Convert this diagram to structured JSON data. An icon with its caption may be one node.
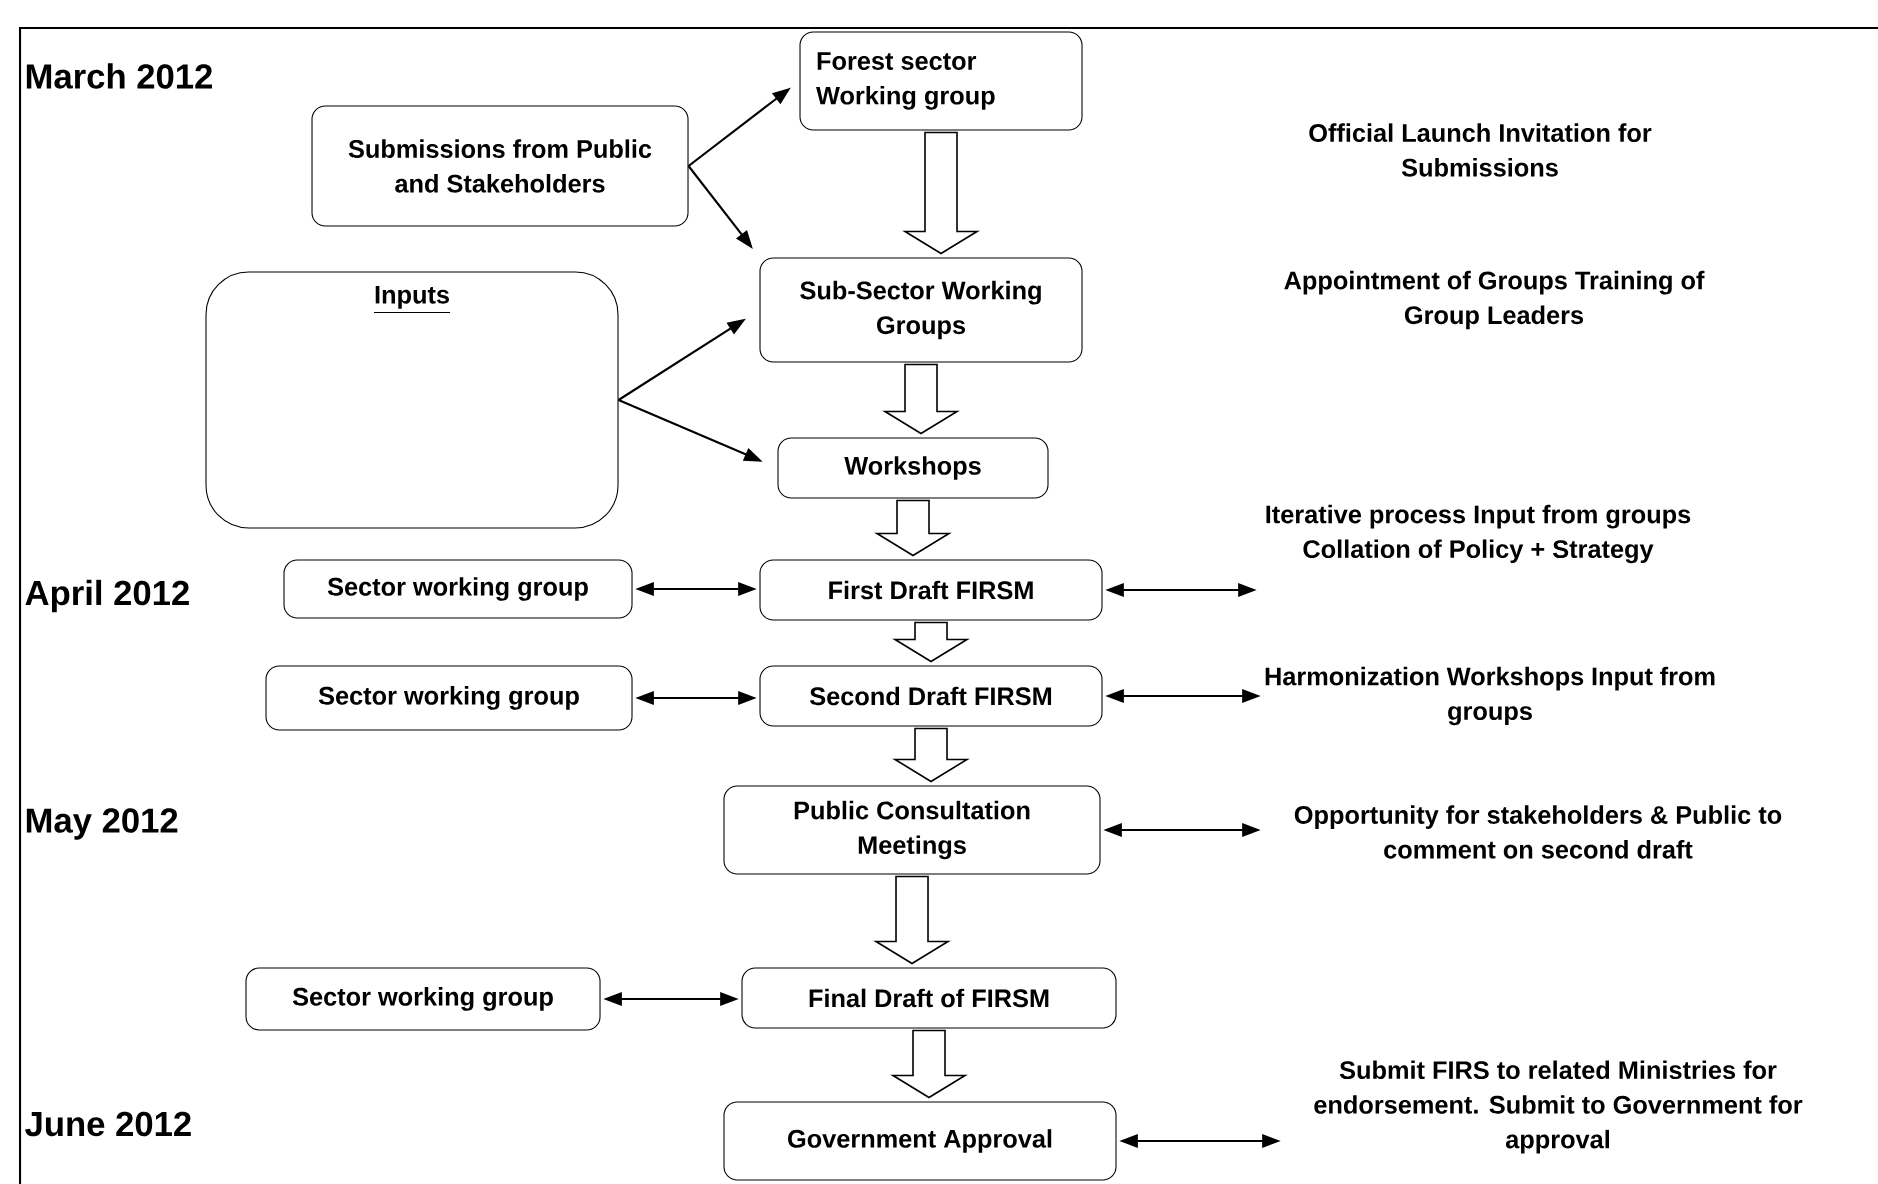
{
  "diagram": {
    "nodes": [
      {
        "text": [
          "Forest sector Working group"
        ]
      },
      {
        "text": [
          "Submissions from Public and Stakeholders"
        ]
      },
      {
        "text": [
          "Inputs"
        ]
      },
      {
        "text": [
          "Sub-Sector Working Groups"
        ]
      },
      {
        "text": [
          "Workshops"
        ]
      },
      {
        "text": [
          "Sector working group"
        ]
      },
      {
        "text": [
          "First Draft FIRSM"
        ]
      },
      {
        "text": [
          "Iterative process Input from groups Collation of Policy + Strategy"
        ]
      },
      {
        "text": [
          "Sector working group"
        ]
      },
      {
        "text": [
          "Second Draft FIRSM"
        ]
      },
      {
        "text": [
          "Harmonization Workshops Input from groups"
        ]
      },
      {
        "text": [
          "Public Consultation Meetings"
        ]
      },
      {
        "text": [
          "Opportunity for stakeholders & Public to comment on second draft"
        ]
      },
      {
        "text": [
          "Sector working group"
        ]
      },
      {
        "text": [
          "Final Draft of FIRSM"
        ]
      },
      {
        "text": [
          "Government Approval"
        ]
      },
      {
        "text": [
          "Submit FIRS to related Ministries for endorsement. Submit to Government for approval"
        ]
      }
    ],
    "edges": [
      {
        "from": 1,
        "to": 0,
        "arrow": "to"
      },
      {
        "from": 1,
        "to": 3,
        "arrow": "to"
      },
      {
        "from": 0,
        "to": 3,
        "arrow": "to",
        "style": "thick"
      },
      {
        "from": 2,
        "to": 3,
        "arrow": "to"
      },
      {
        "from": 2,
        "to": 4,
        "arrow": "to"
      },
      {
        "from": 3,
        "to": 4,
        "arrow": "to",
        "style": "thick"
      },
      {
        "from": 4,
        "to": 6,
        "arrow": "to",
        "style": "thick"
      },
      {
        "from": 5,
        "to": 6,
        "arrow": "both"
      },
      {
        "from": 6,
        "to": 7,
        "arrow": "both"
      },
      {
        "from": 6,
        "to": 9,
        "arrow": "to",
        "style": "thick"
      },
      {
        "from": 8,
        "to": 9,
        "arrow": "both"
      },
      {
        "from": 9,
        "to": 10,
        "arrow": "both"
      },
      {
        "from": 9,
        "to": 11,
        "arrow": "to",
        "style": "thick"
      },
      {
        "from": 11,
        "to": 12,
        "arrow": "both"
      },
      {
        "from": 11,
        "to": 14,
        "arrow": "to",
        "style": "thick"
      },
      {
        "from": 13,
        "to": 14,
        "arrow": "both"
      },
      {
        "from": 14,
        "to": 15,
        "arrow": "to",
        "style": "thick"
      },
      {
        "from": 15,
        "to": 16,
        "arrow": "both"
      }
    ],
    "labels": [
      "March 2012",
      "Official Launch Invitation for Submissions",
      "Appointment of Groups Training of Group Leaders",
      "April 2012",
      "May 2012",
      "June 2012"
    ]
  }
}
